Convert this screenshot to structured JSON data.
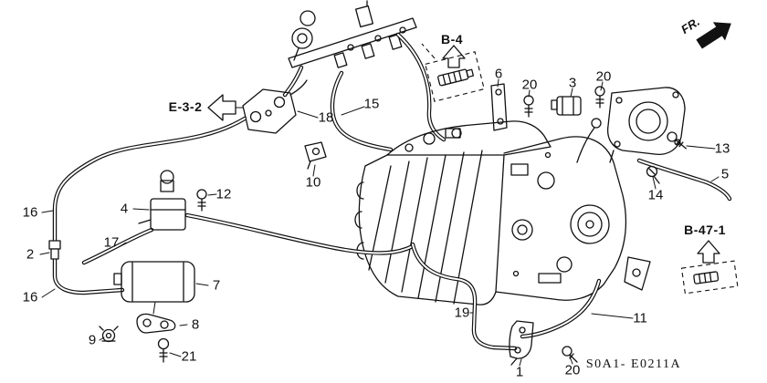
{
  "diagram": {
    "code": "S0A1- E0211A",
    "fr_label": "FR.",
    "refs": {
      "e32": "E-3-2",
      "b4": "B-4",
      "b471": "B-47-1"
    },
    "part_numbers": {
      "1": "1",
      "2": "2",
      "3": "3",
      "4": "4",
      "5": "5",
      "6": "6",
      "7": "7",
      "8": "8",
      "9": "9",
      "10": "10",
      "11": "11",
      "12": "12",
      "13": "13",
      "14": "14",
      "15": "15",
      "16": "16",
      "17": "17",
      "18": "18",
      "19": "19",
      "20": "20",
      "21": "21"
    },
    "colors": {
      "ink": "#111111",
      "background": "#ffffff"
    }
  }
}
